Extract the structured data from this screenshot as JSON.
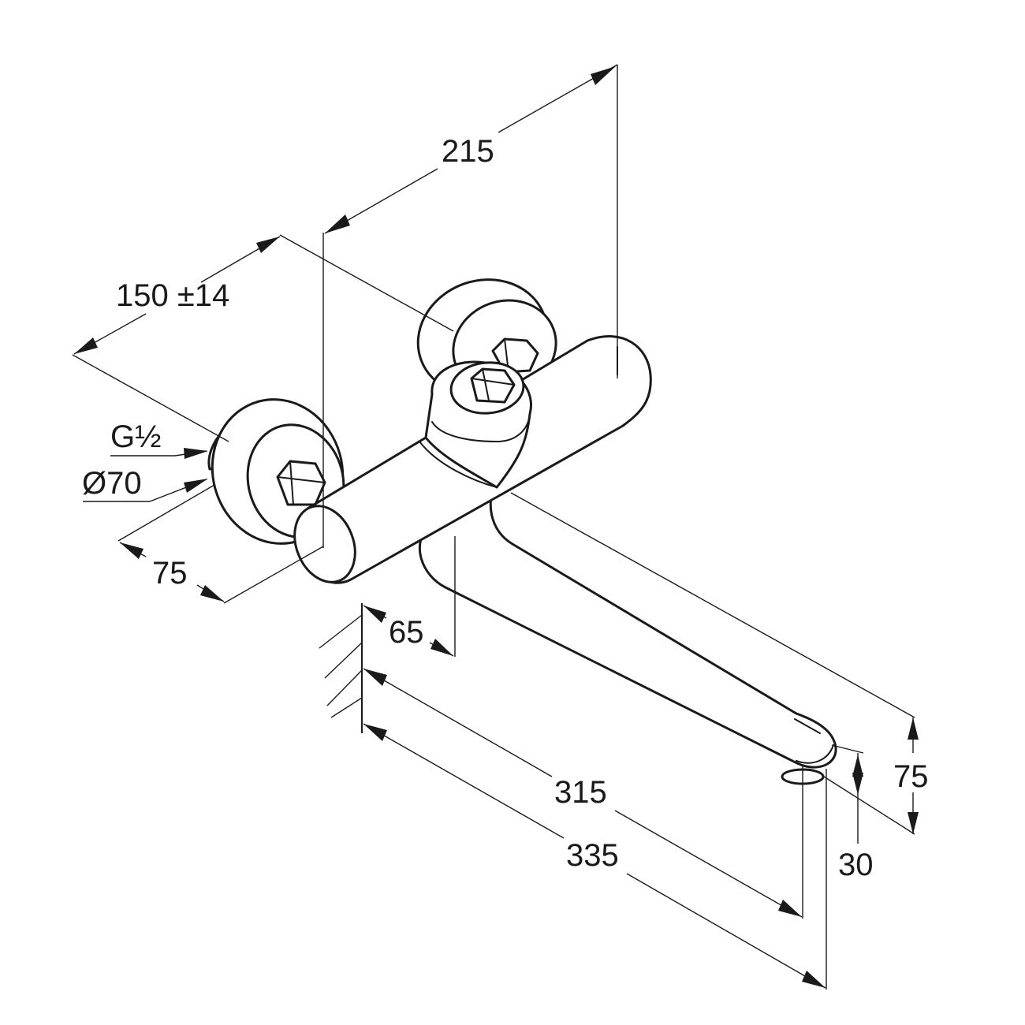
{
  "dimensions": {
    "depth_total": "215",
    "handle_spacing": "150 ±14",
    "thread": "G½",
    "rosette_diameter": "Ø70",
    "wall_to_body_axis": "75",
    "wall_to_spout_base": "65",
    "spout_reach_outlet": "315",
    "spout_reach_total": "335",
    "spout_height": "75",
    "outlet_height": "30"
  },
  "colors": {
    "line": "#1a1a1a",
    "background": "#ffffff"
  }
}
